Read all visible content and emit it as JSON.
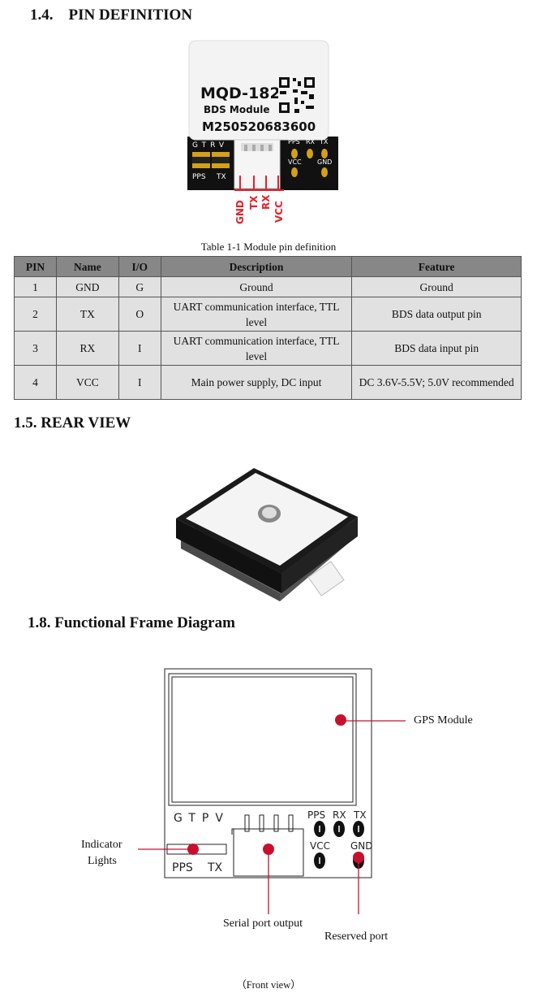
{
  "sections": {
    "pin_title": "1.4.    PIN DEFINITION",
    "rear_title": "1.5. REAR VIEW",
    "frame_title": "1.8. Functional Frame Diagram"
  },
  "module_photo": {
    "model": "MQD-182",
    "subtitle": "BDS Module",
    "serial": "M250520683600",
    "left_pins": [
      "G",
      "T",
      "R",
      "V"
    ],
    "led_labels": [
      "PPS",
      "TX"
    ],
    "pads_top": [
      "PPS",
      "RX",
      "TX"
    ],
    "pads_bottom": [
      "VCC",
      "GND"
    ],
    "wire_labels": [
      "GND",
      "TX",
      "RX",
      "VCC"
    ],
    "wire_color": "#e8202a"
  },
  "table": {
    "caption": "Table 1-1 Module pin definition",
    "headers": [
      "PIN",
      "Name",
      "I/O",
      "Description",
      "Feature"
    ],
    "rows": [
      [
        "1",
        "GND",
        "G",
        "Ground",
        "Ground"
      ],
      [
        "2",
        "TX",
        "O",
        "UART communication interface, TTL level",
        "BDS data output pin"
      ],
      [
        "3",
        "RX",
        "I",
        "UART communication interface, TTL level",
        "BDS data input pin"
      ],
      [
        "4",
        "VCC",
        "I",
        "Main power supply, DC input",
        "DC 3.6V-5.5V; 5.0V recommended"
      ]
    ]
  },
  "frame_diagram": {
    "pin_letters": [
      "G",
      "T",
      "P",
      "V"
    ],
    "pad_top": [
      "PPS",
      "RX",
      "TX"
    ],
    "pad_bottom": [
      "VCC",
      "GND"
    ],
    "led_labels": [
      "PPS",
      "TX"
    ],
    "callouts": {
      "gps": "GPS Module",
      "indicator1": "Indicator",
      "indicator2": "Lights",
      "serial": "Serial port output",
      "reserved": "Reserved port"
    },
    "marker_color": "#c8102e",
    "caption": "（Front view）"
  }
}
